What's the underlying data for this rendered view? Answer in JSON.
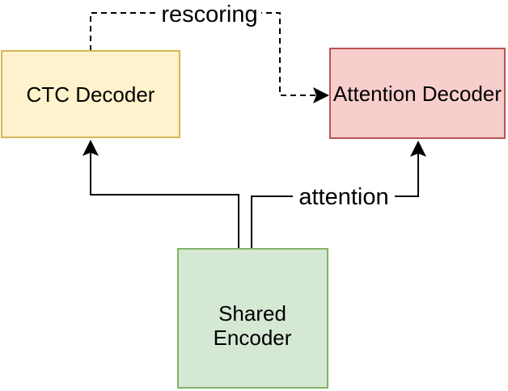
{
  "diagram": {
    "background": "#FFFFFF",
    "edge_color": "#000000",
    "text_color": "#000000",
    "nodes": {
      "ctc_decoder": {
        "label": "CTC Decoder",
        "fill": "#FFF2CC",
        "stroke": "#D6B656"
      },
      "attention_decoder": {
        "label": "Attention Decoder",
        "fill": "#F8CECC",
        "stroke": "#B85450"
      },
      "shared_encoder": {
        "label_line1": "Shared",
        "label_line2": "Encoder",
        "fill": "#D5E8D4",
        "stroke": "#82B366"
      }
    },
    "edges": {
      "rescoring": {
        "label": "rescoring",
        "style": "dashed",
        "from": "ctc_decoder",
        "to": "attention_decoder"
      },
      "encoder_to_ctc": {
        "label": "",
        "style": "solid",
        "from": "shared_encoder",
        "to": "ctc_decoder"
      },
      "encoder_to_attention": {
        "label": "attention",
        "style": "solid",
        "from": "shared_encoder",
        "to": "attention_decoder"
      }
    }
  }
}
